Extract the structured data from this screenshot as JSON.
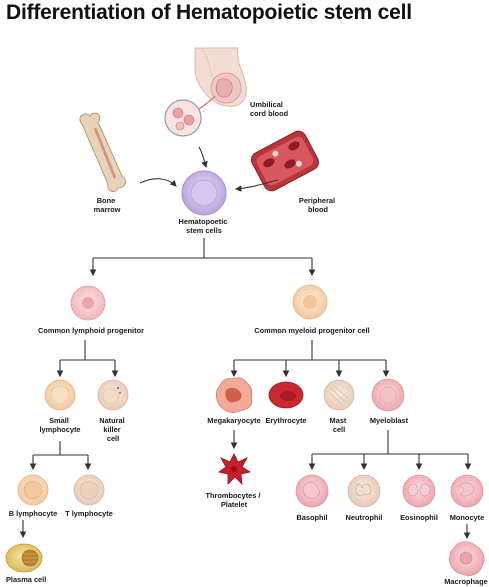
{
  "title": "Differentiation of Hematopoietic stem cell",
  "sources": {
    "umbilical": [
      "Umbilical",
      "cord blood"
    ],
    "bone_marrow": [
      "Bone",
      "marrow"
    ],
    "peripheral": [
      "Peripheral",
      "blood"
    ]
  },
  "stem_cell": [
    "Hematopoetic",
    "stem cells"
  ],
  "progenitors": {
    "lymphoid": "Common lymphoid progenitor",
    "myeloid": "Common myeloid progenitor cell"
  },
  "lymphoid_cells": {
    "small_lymphocyte": [
      "Small",
      "lymphocyte"
    ],
    "nk_cell": [
      "Natural",
      "killer",
      "cell"
    ],
    "b_lymphocyte": "B lymphocyte",
    "t_lymphocyte": "T lymphocyte",
    "plasma_cell": "Plasma cell"
  },
  "myeloid_cells": {
    "megakaryocyte": "Megakaryocyte",
    "erythrocyte": "Erythrocyte",
    "mast_cell": [
      "Mast",
      "cell"
    ],
    "myeloblast": "Myeloblast",
    "thrombocytes": [
      "Thrombocytes /",
      "Platelet"
    ],
    "basophil": "Basophil",
    "neutrophil": "Neutrophil",
    "eosinophil": "Eosinophil",
    "monocyte": "Monocyte",
    "macrophage": "Macrophage"
  },
  "colors": {
    "pink_cell": "#f5c3c6",
    "peach_cell": "#f9d9bd",
    "tan_cell": "#f2ddd0",
    "erythrocyte": "#c92830",
    "platelet": "#c81e2a",
    "stem_cell": "#cfc0e8"
  }
}
